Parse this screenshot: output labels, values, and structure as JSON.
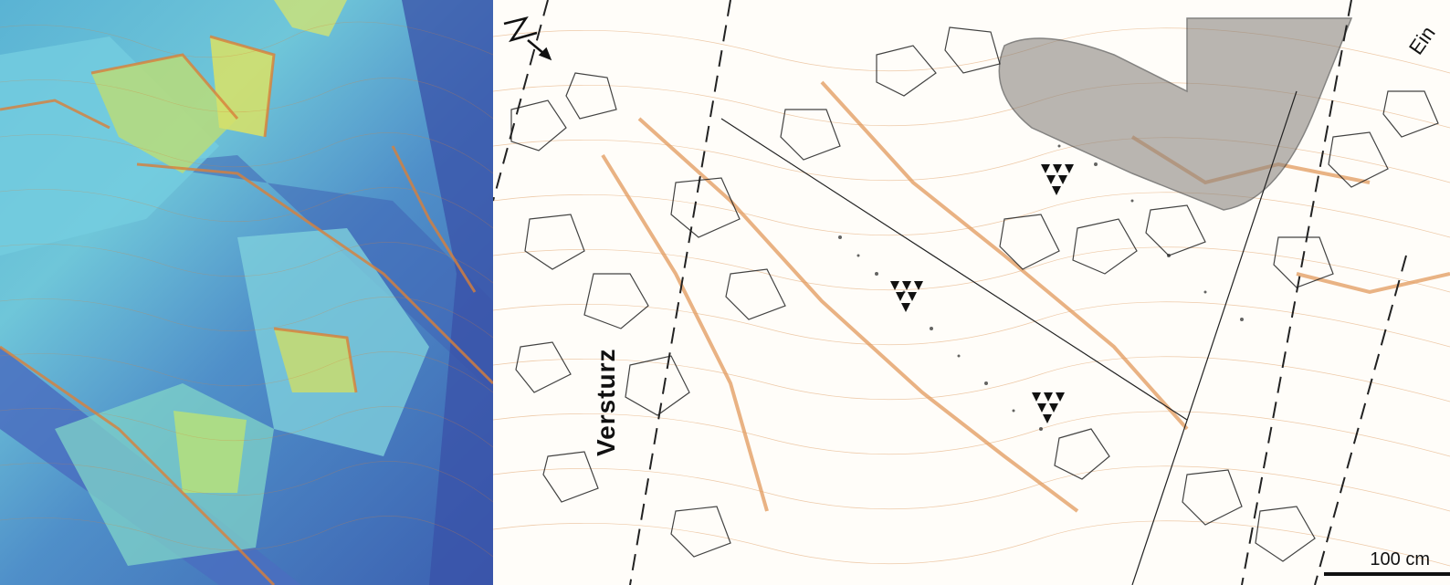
{
  "panels": {
    "left": {
      "kind": "elevation-model",
      "palette": [
        "#3b5fb0",
        "#4f8fc9",
        "#6fc6d9",
        "#9ad8c0",
        "#c8e07a",
        "#e8c66a"
      ],
      "contour_color": "#d9803a"
    },
    "right": {
      "kind": "contour-plan",
      "contour_color": "#e0a066",
      "outline_color": "#222222",
      "shade_color": "#8c8680"
    }
  },
  "labels": {
    "versturz": "Versturz",
    "ein": "Ein",
    "scale": "100 cm"
  },
  "icons": {
    "north_arrow": "north-arrow-icon",
    "marker": "triangle-marker-icon"
  }
}
